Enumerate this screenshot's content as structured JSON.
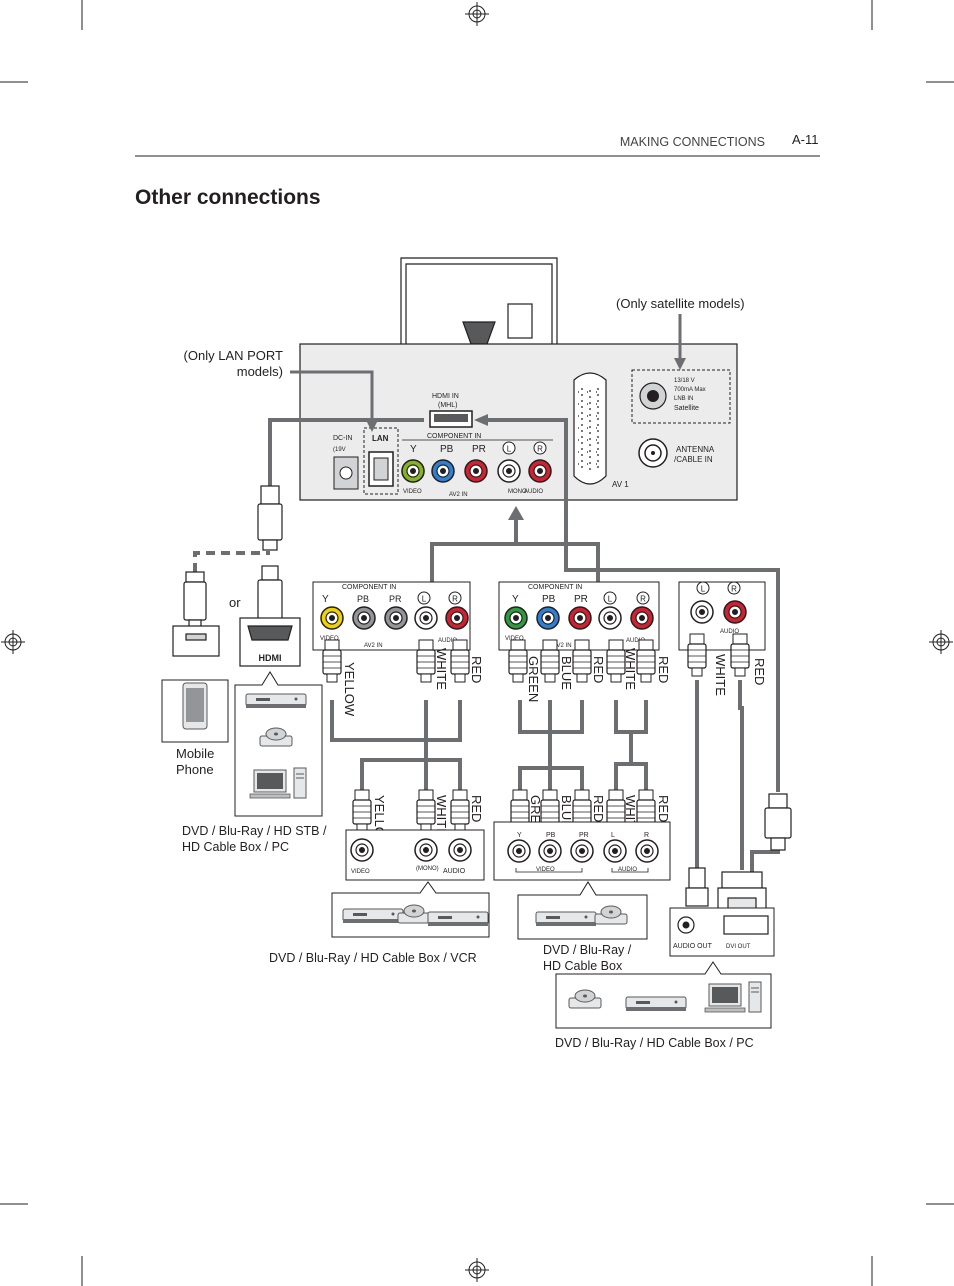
{
  "header": {
    "section": "MAKING CONNECTIONS",
    "page": "A-11"
  },
  "title": "Other connections",
  "callouts": {
    "satellite": "(Only satellite models)",
    "lan_line1": "(Only LAN PORT",
    "lan_line2": "models)",
    "or": "or",
    "mobile_line1": "Mobile",
    "mobile_line2": "Phone"
  },
  "tv_panel": {
    "dc_in": "DC-IN",
    "dc_volt": "(19V",
    "lan": "LAN",
    "hdmi_line1": "HDMI IN",
    "hdmi_line2": "(MHL)",
    "component_in": "COMPONENT IN",
    "y": "Y",
    "pb": "PB",
    "pr": "PR",
    "l": "L",
    "r": "R",
    "video": "VIDEO",
    "av2_in": "AV2 IN",
    "audio": "AUDIO",
    "mono": "MONO",
    "lnb_line1": "13/18 V",
    "lnb_line2": "700mA Max",
    "lnb_line3": "LNB IN",
    "lnb_line4": "Satellite",
    "antenna_line1": "ANTENNA",
    "antenna_line2": "/CABLE IN",
    "av1": "AV 1"
  },
  "cable_labels": {
    "yellow": "YELLOW",
    "white": "WHITE",
    "red": "RED",
    "green": "GREEN",
    "blue": "BLUE"
  },
  "hdmi_label": "HDMI",
  "device_panels": {
    "video": "VIDEO",
    "audio": "AUDIO",
    "mono": "(MONO)",
    "y": "Y",
    "pb": "PB",
    "pr": "PR",
    "l": "L",
    "r": "R",
    "video_bracket": "VIDEO",
    "audio_bracket": "AUDIO",
    "audio_out": "AUDIO OUT",
    "dvi_out": "DVI OUT"
  },
  "captions": {
    "hdmi_devices_line1": "DVD / Blu-Ray / HD STB /",
    "hdmi_devices_line2": "HD Cable Box / PC",
    "av_devices": "DVD / Blu-Ray / HD Cable Box / VCR",
    "component_devices_line1": "DVD / Blu-Ray /",
    "component_devices_line2": "HD Cable Box",
    "dvi_devices": "DVD / Blu-Ray / HD Cable Box / PC"
  },
  "colors": {
    "yellow": "#f2d300",
    "green": "#2e9b3c",
    "blue": "#2f7fd2",
    "red": "#d1202f",
    "white": "#ffffff",
    "cable": "#6d6e71",
    "panel_fill": "#ececec"
  },
  "icons": [
    "registration-mark-icon",
    "dvd-player-icon",
    "disc-icon",
    "vcr-icon",
    "pc-icon",
    "smartphone-icon",
    "usb-plug-icon",
    "hdmi-plug-icon",
    "rca-plug-icon",
    "dvi-plug-icon"
  ]
}
